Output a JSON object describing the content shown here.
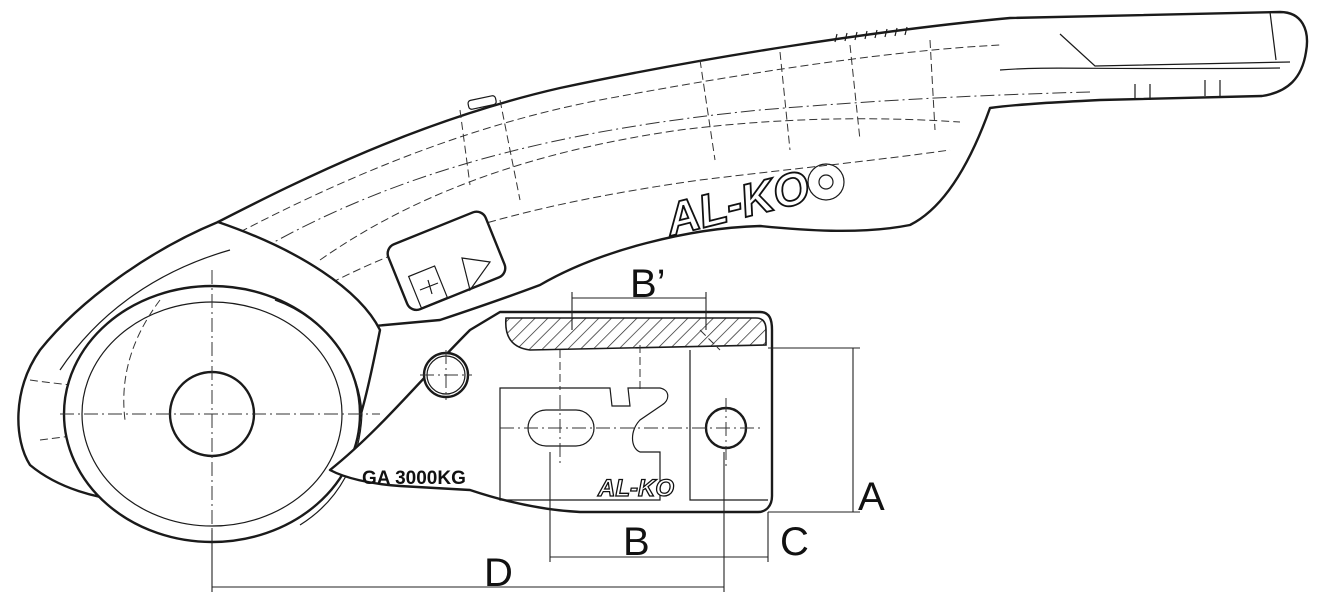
{
  "dimensions": {
    "a": "A",
    "b": "B",
    "b_prime": "B’",
    "c": "C",
    "d": "D"
  },
  "markings": {
    "brand_handle": "AL-KO",
    "brand_body": "AL-KO",
    "capacity": "GA 3000KG"
  },
  "colors": {
    "line": "#1a1a1a",
    "hatch": "#222222",
    "background": "#ffffff"
  }
}
